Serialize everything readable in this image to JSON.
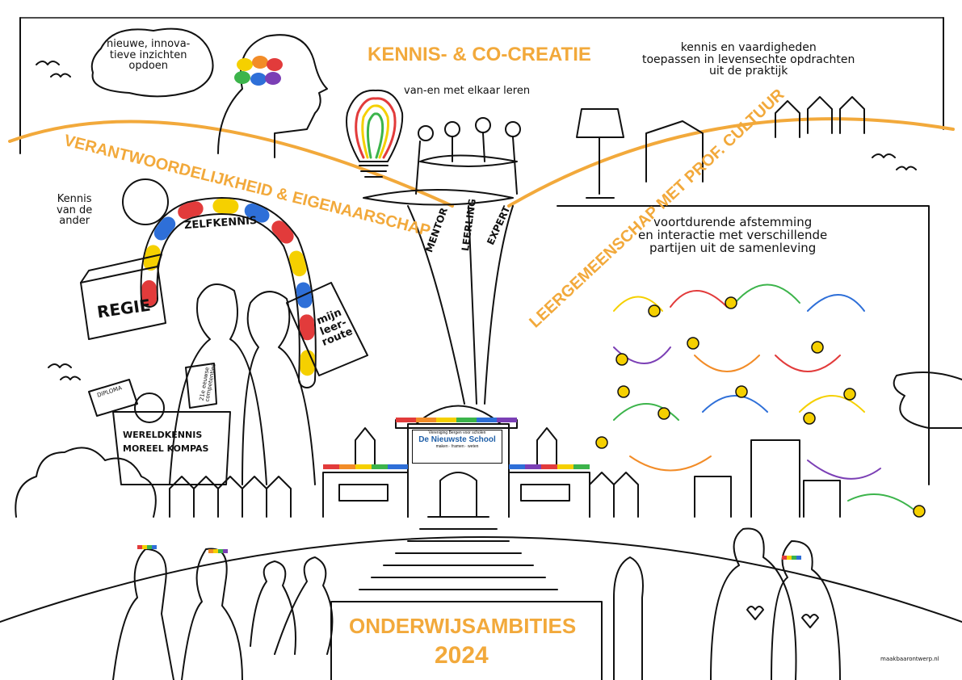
{
  "colors": {
    "accent": "#f2a93b",
    "ink": "#111111",
    "rainbow": [
      "#e23b3b",
      "#f28c28",
      "#f5d000",
      "#3cb44b",
      "#2e6fd8",
      "#7b3fb5"
    ]
  },
  "header": {
    "title": "KENNIS- & CO-CREATIE",
    "subtitle": "van-en met elkaar leren"
  },
  "left_arc": {
    "label": "VERANTWOORDELIJKHEID & EIGENAARSCHAP"
  },
  "right_arc": {
    "label": "LEERGEMEENSCHAP MET PROF. CULTUUR"
  },
  "speech_bubble": {
    "text": "nieuwe, innova-\ntieve inzichten\nopdoen"
  },
  "top_right_note": {
    "text": "kennis en vaardigheden\ntoepassen in levensechte opdrachten\nuit de praktijk"
  },
  "left_note": {
    "text": "Kennis\nvan de\nander"
  },
  "arch": {
    "label": "ZELFKENNIS"
  },
  "clapboard": {
    "label": "REGIE"
  },
  "book": {
    "label": "mijn\nleer-\nroute"
  },
  "bag": {
    "line1": "WERELDKENNIS",
    "line2": "MOREEL KOMPAS"
  },
  "scroll": {
    "label": "DIPLOMA"
  },
  "paper": {
    "label": "21e eeuwse\ncompetenties"
  },
  "hands": {
    "mentor": "MENTOR",
    "student": "LEERLING",
    "expert": "EXPERT"
  },
  "right_note": {
    "text": "voortdurende afstemming\nen interactie met verschillende\npartijen uit de samenleving"
  },
  "school": {
    "small": "Vereniging Bergen voor scholen",
    "name": "De Nieuwste School",
    "tagline": "maken · framen · weten"
  },
  "footer": {
    "title": "ONDERWIJSAMBITIES",
    "year": "2024"
  },
  "credit": {
    "text": "maakbaarontwerp.nl"
  },
  "icons": [
    "lightbulb-icon",
    "brain-icon",
    "lamp-icon",
    "globe-icon",
    "house-icon",
    "building-icon",
    "person-icon",
    "bird-icon"
  ]
}
